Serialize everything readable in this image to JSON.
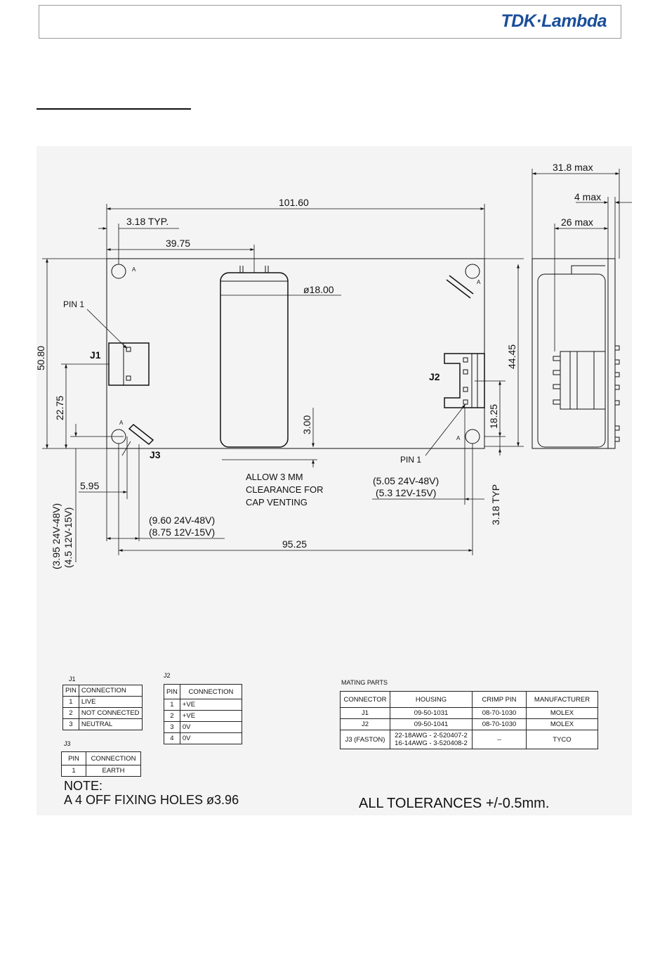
{
  "header": {
    "logo": "TDK·Lambda"
  },
  "drawing": {
    "dims": {
      "overall_width": "101.60",
      "typ_318": "3.18 TYP.",
      "cap_offset": "39.75",
      "cap_dia": "ø18.00",
      "height": "50.80",
      "j1_height": "22.75",
      "right_hole_height": "44.45",
      "j2_height": "18.25",
      "cap_clearance": "3.00",
      "left_595": "5.95",
      "j3_offset_a": "(9.60 24V-48V)",
      "j3_offset_b": "(8.75 12V-15V)",
      "hole_span": "95.25",
      "j2_offset_a": "(5.05 24V-48V)",
      "j2_offset_b": "(5.3 12V-15V)",
      "typ_318_right": "3.18 TYP",
      "left_vert_a": "(3.95 24V-48V)",
      "left_vert_b": "(4.5 12V-15V)",
      "side_total": "31.8 max",
      "side_4": "4 max",
      "side_26": "26 max"
    },
    "labels": {
      "pin1_left": "PIN 1",
      "pin1_right": "PIN 1",
      "j1": "J1",
      "j2": "J2",
      "j3": "J3",
      "hole_mark": "A",
      "allow_1": "ALLOW 3 MM",
      "allow_2": "CLEARANCE FOR",
      "allow_3": "CAP VENTING"
    }
  },
  "tables": {
    "j1": {
      "caption": "J1",
      "headers": [
        "PIN",
        "CONNECTION"
      ],
      "rows": [
        [
          "1",
          "LIVE"
        ],
        [
          "2",
          "NOT CONNECTED"
        ],
        [
          "3",
          "NEUTRAL"
        ]
      ]
    },
    "j2": {
      "caption": "J2",
      "headers": [
        "PIN",
        "CONNECTION"
      ],
      "rows": [
        [
          "1",
          "+VE"
        ],
        [
          "2",
          "+VE"
        ],
        [
          "3",
          "0V"
        ],
        [
          "4",
          "0V"
        ]
      ]
    },
    "j3": {
      "caption": "J3",
      "headers": [
        "PIN",
        "CONNECTION"
      ],
      "rows": [
        [
          "1",
          "EARTH"
        ]
      ]
    },
    "mating": {
      "caption": "MATING PARTS",
      "headers": [
        "CONNECTOR",
        "HOUSING",
        "CRIMP PIN",
        "MANUFACTURER"
      ],
      "rows": [
        {
          "connector": "J1",
          "housing_1": "09-50-1031",
          "housing_2": "",
          "crimp": "08-70-1030",
          "manufacturer": "MOLEX"
        },
        {
          "connector": "J2",
          "housing_1": "09-50-1041",
          "housing_2": "",
          "crimp": "08-70-1030",
          "manufacturer": "MOLEX"
        },
        {
          "connector": "J3 (FASTON)",
          "housing_1": "22-18AWG - 2-520407-2",
          "housing_2": "16-14AWG - 3-520408-2",
          "crimp": "--",
          "manufacturer": "TYCO"
        }
      ]
    }
  },
  "notes": {
    "note_title": "NOTE:",
    "note_body": "A 4 OFF FIXING HOLES  ø3.96",
    "tolerance": "ALL TOLERANCES +/-0.5mm."
  }
}
